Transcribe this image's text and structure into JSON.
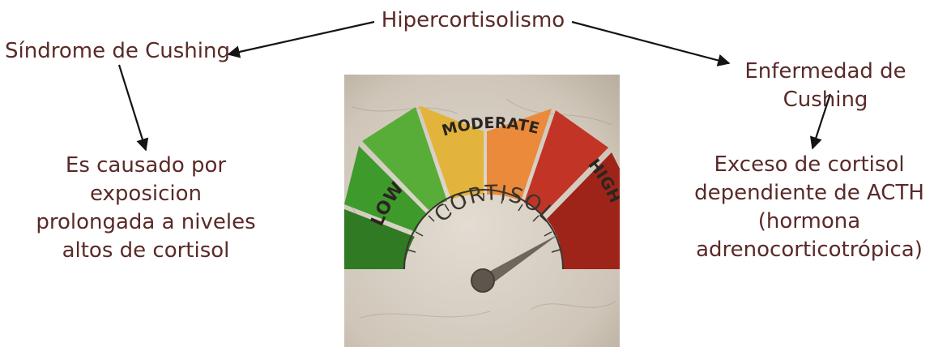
{
  "diagram": {
    "top_node": "Hipercortisolismo",
    "left_branch": {
      "title": "Síndrome de Cushing",
      "description_lines": [
        "Es causado por",
        "exposicion",
        "prolongada a niveles",
        "altos de cortisol"
      ]
    },
    "right_branch": {
      "title_lines": [
        "Enfermedad de",
        "Cushing"
      ],
      "description_lines": [
        "Exceso de cortisol",
        "dependiente de ACTH",
        "(hormona",
        "adrenocorticotrópica)"
      ]
    },
    "text_color": "#5a2a28"
  },
  "gauge_image": {
    "segment_labels": [
      "LOW",
      "MODERATE",
      "HIGH"
    ],
    "center_label": "CORTISOL",
    "colors": {
      "low": "#3f9a2c",
      "moderate": "#e2b43b",
      "moderate_high": "#ea8a3a",
      "high": "#c23425"
    },
    "needle_level": "moderate-high"
  }
}
